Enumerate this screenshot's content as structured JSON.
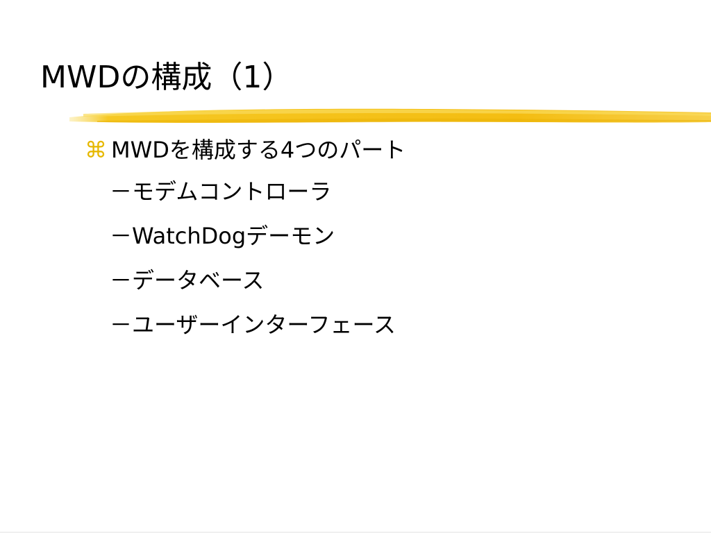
{
  "slide": {
    "title": "MWDの構成（1）",
    "bullet": {
      "icon": "command-key-icon",
      "symbol": "⌘",
      "text": "MWDを構成する4つのパート"
    },
    "sub_items": [
      "－モデムコントローラ",
      "－WatchDogデーモン",
      "－データベース",
      "－ユーザーインターフェース"
    ]
  },
  "colors": {
    "accent_stroke": "#f5c518",
    "bullet_symbol": "#e6b800",
    "text": "#000000",
    "background": "#ffffff"
  }
}
